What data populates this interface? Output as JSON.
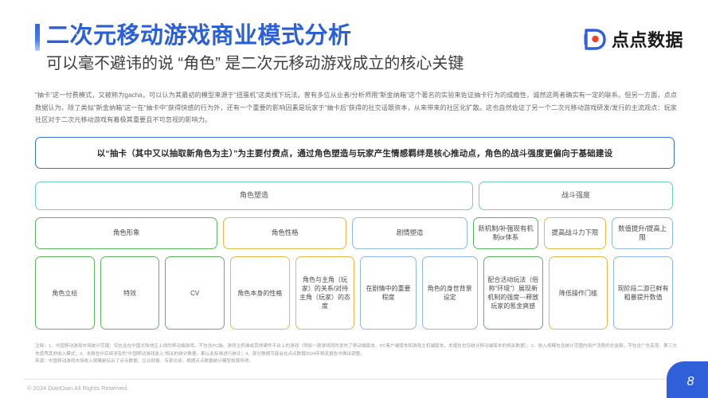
{
  "header": {
    "title": "二次元移动游戏商业模式分析",
    "subtitle": "可以毫不避讳的说 “角色” 是二次元移动游戏成立的核心关键",
    "accent_color": "#2a5fd8"
  },
  "logo": {
    "icon": "diandian-d-logo-icon",
    "text": "点点数据",
    "mark_color": "#2f5fd9",
    "dot_color": "#e8422d"
  },
  "intro": {
    "paragraph": "“抽卡”这一付费模式，又被称为gacha，可以认为其最初的模型来源于“扭蛋机”这类线下玩法。曾有多位从业者/分析师用“斯金纳箱”这个著名的实验来佐证抽卡行为的成瘾性，诚然这两者确实有一定的联系。但另一方面，点点数据认为，除了类似“斯金纳箱”这一在“抽卡中”获得快感的行为外，还有一个重要的影响因素是玩家于“抽卡后”获得的社交话题资本，从来带来的社区化扩散。这也自然佐证了另一个二次元移动游戏研发/发行的主流观点：玩家社区对于二次元移动游戏有着极其重要且不可忽视的影响力。"
  },
  "callout": {
    "text": "以“抽卡（其中又以抽取新角色为主）”为主要付费点，通过角色塑造与玩家产生情感羁绊是核心推动点，角色的战斗强度更偏向于基础建设",
    "border_color": "#3b6fe0"
  },
  "diagram": {
    "colors": {
      "teal": "#6fcfc4",
      "green": "#5cb85c",
      "yellow": "#e8b84b",
      "blue": "#8fb9e8"
    },
    "row_heads": [
      {
        "label": "角色塑造",
        "color": "teal",
        "flex": 554
      },
      {
        "label": "战斗强度",
        "color": "teal",
        "flex": 240
      }
    ],
    "row_mid": [
      {
        "label": "角色形象",
        "color": "green",
        "flex": 240
      },
      {
        "label": "角色性格",
        "color": "yellow",
        "flex": 158
      },
      {
        "label": "剧情塑造",
        "color": "blue",
        "flex": 148
      },
      {
        "label": "新机制/补强现有机制or体系",
        "color": "green",
        "flex": 78
      },
      {
        "label": "提高战斗力下限",
        "color": "yellow",
        "flex": 75
      },
      {
        "label": "数值提升/提高上限",
        "color": "blue",
        "flex": 73
      }
    ],
    "row_leaf": [
      {
        "label": "角色立绘",
        "color": "green",
        "flex": 75
      },
      {
        "label": "特效",
        "color": "green",
        "flex": 75
      },
      {
        "label": "CV",
        "color": "green",
        "flex": 75
      },
      {
        "label": "角色本身的性格",
        "color": "yellow",
        "flex": 75
      },
      {
        "label": "角色与主角（玩家）的关系/对待主角（玩家）的态度",
        "color": "yellow",
        "flex": 75
      },
      {
        "label": "在剧情中的重要程度",
        "color": "blue",
        "flex": 70
      },
      {
        "label": "角色的身世背景设定",
        "color": "blue",
        "flex": 70
      },
      {
        "label": "配合活动玩法（俗称“环境”）展现新机制的强度---释放玩家的氪金爽感",
        "color": "green",
        "flex": 75
      },
      {
        "label": "降低操作门槛",
        "color": "yellow",
        "flex": 75
      },
      {
        "label": "现阶段二游已鲜有粗暴提升数值",
        "color": "blue",
        "flex": 75
      }
    ]
  },
  "footnote": {
    "line1": "注释：1、中国移动游戏市场统计范围：仅包含在中国大陆地区上线的移动端游戏，不包含PC端、游戏主机端或其他硬件平台上的游戏（例如一款游戏同时发布了移动端版本、PC客户端版本和游戏主机端版本，本报告也仅统计移动端版本的相关数据）；2、收入规模包含统计范围内用户消费的总金额，不包含广告变现、第三方充值等其他收入模式；3、本报告中后续涉及的“中国移动游戏收入”相关的统计数据，都以此标准进行统计；4、部分数据可能会在点点数据2024年相关报告中做出调整。",
    "line2": "来源：中国移动游戏市场收入规模是综合了点点数据、企业财报、专家访谈、根据点点数据统计模型核算所得。"
  },
  "footer": {
    "copyright": "© 2024 DianDian.All Rights Reserved.",
    "page_number": "8",
    "page_badge_color": "#2f5fd9"
  }
}
